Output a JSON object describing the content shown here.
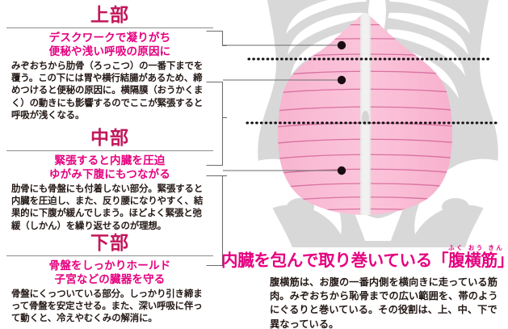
{
  "meta": {
    "accent_heading": "#c2185b",
    "accent_subtitle": "#e5007f",
    "body_text": "#231815",
    "rule_color": "#8d8d8d",
    "muscle_pink": "#f59ec0",
    "muscle_pink_dark": "#e87fa9",
    "striation": "#d4679a",
    "bone_white": "#ffffff",
    "torso_gray": "#d6d6d6",
    "connector_line": "#6b6b6b",
    "marker_dot": "#1a0d12"
  },
  "sections": [
    {
      "id": "upper",
      "heading": "上部",
      "subtitle_lines": [
        "デスクワークで凝りがち",
        "便秘や浅い呼吸の原因に"
      ],
      "body": "みぞおちから肋骨（ろっこつ）の一番下までを覆う。この下には胃や横行結腸があるため、締めつけると便秘の原因に。横隔膜（おうかくまく）の動きにも影響するのでここが緊張すると呼吸が浅くなる。"
    },
    {
      "id": "middle",
      "heading": "中部",
      "subtitle_lines": [
        "緊張すると内臓を圧迫",
        "ゆがみ下腹にもつながる"
      ],
      "body": "肋骨にも骨盤にも付着しない部分。緊張すると内臓を圧迫し、また、反り腰になりやすく、結果的に下腹が緩んでしまう。ほどよく緊張と弛緩（しかん）を繰り返せるのが理想。"
    },
    {
      "id": "lower",
      "heading": "下部",
      "subtitle_lines": [
        "骨盤をしっかりホールド",
        "子宮などの臓器を守る"
      ],
      "body": "骨盤にくっついている部分。しっかり引き締まって骨盤を安定させる。また、深い呼吸に伴って動くと、冷えやむくみの解消に。"
    }
  ],
  "right_block": {
    "title_prefix": "内臓を包んで取り巻いている「",
    "title_kanji": "腹横筋",
    "title_ruby": "ふく おう きん",
    "title_suffix": "」",
    "body": "腹横筋は、お腹の一番内側を横向きに走っている筋肉。みぞおちから恥骨までの広い範囲を、帯のようにぐるりと巻いている。その役割は、上、中、下で異なっている。"
  },
  "illustration": {
    "name": "transversus-abdominis-diagram",
    "marker_dots": 3,
    "divider_lines": 2,
    "striation_count": 14
  }
}
